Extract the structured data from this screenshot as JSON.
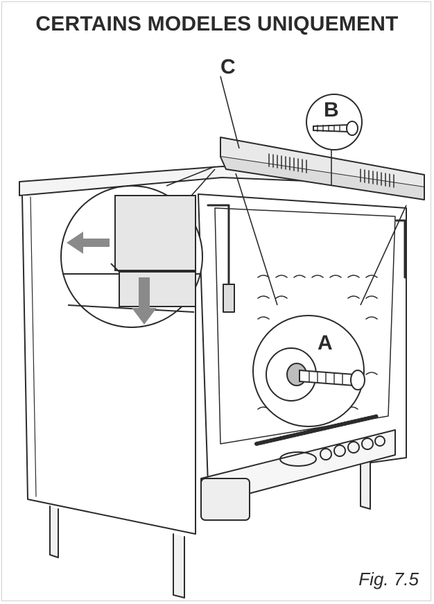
{
  "title": "CERTAINS MODELES UNIQUEMENT",
  "labels": {
    "a": "A",
    "b": "B",
    "c": "C"
  },
  "figure_caption": "Fig. 7.5",
  "colors": {
    "line": "#2b2b2b",
    "panel": "#e6e6e6",
    "shade": "#bdbdbd",
    "arrow": "#8a8a8a"
  }
}
